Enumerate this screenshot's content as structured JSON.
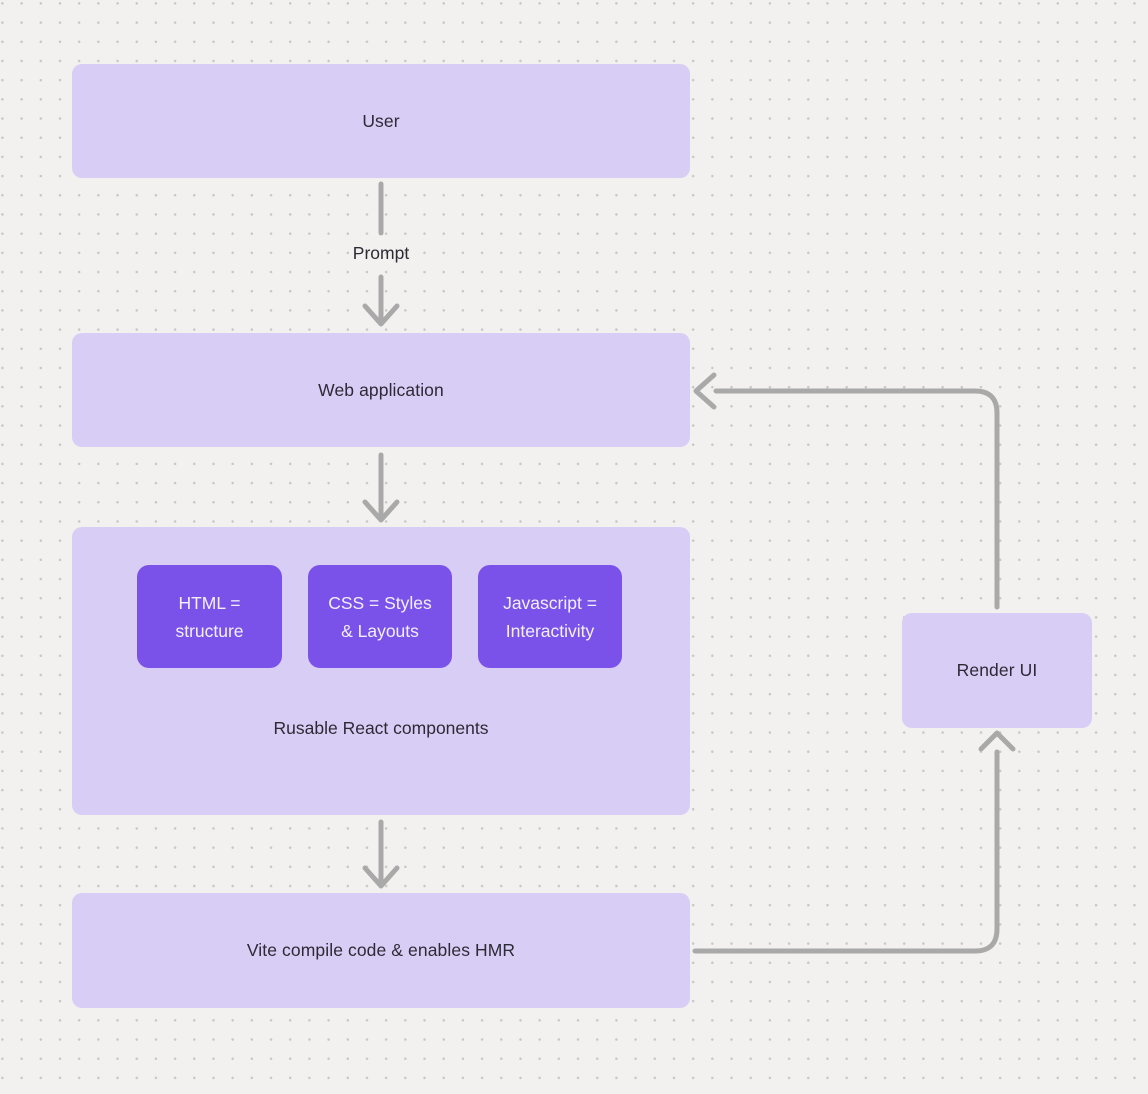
{
  "diagram": {
    "background": {
      "base_color": "#F2F1EF",
      "dot_color": "#C9C7C3"
    },
    "palette": {
      "node_fill": "#D8CDF5",
      "child_fill": "#7B52E9",
      "connector": "#A9A9A9",
      "node_text": "#2D2A35",
      "child_text": "#F3F0FC"
    },
    "nodes": {
      "user": {
        "label": "User"
      },
      "web_application": {
        "label": "Web application"
      },
      "react_group": {
        "caption": "Rusable React components",
        "children": [
          {
            "line1": "HTML =",
            "line2": "structure"
          },
          {
            "line1": "CSS = Styles",
            "line2": "& Layouts"
          },
          {
            "line1": "Javascript =",
            "line2": "Interactivity"
          }
        ]
      },
      "vite": {
        "label": "Vite compile code & enables HMR"
      },
      "render_ui": {
        "label": "Render UI"
      }
    },
    "edge_labels": {
      "prompt": "Prompt"
    }
  }
}
